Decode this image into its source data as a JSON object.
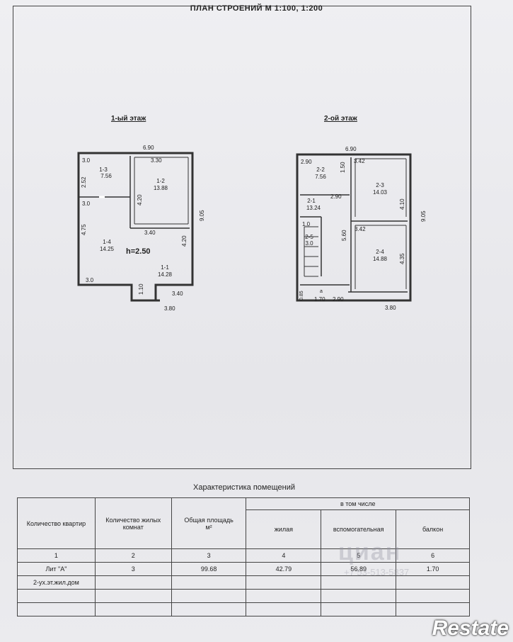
{
  "title": "ПЛАН СТРОЕНИЙ  М 1:100,  1:200",
  "floors": {
    "first": {
      "label": "1-ый этаж",
      "dims": {
        "top": "6.90",
        "top_right": "3.30",
        "left_a": "3.0",
        "left_side": "2.52",
        "left_b": "3.0",
        "left_c": "4.75",
        "inner_v": "4.20",
        "inner_h": "3.40",
        "right_inner": "4.20",
        "right_total": "9.05",
        "bottom_left": "3.0",
        "bottom_step": "1.10",
        "bottom_inner": "3.40",
        "bottom": "3.80",
        "height": "h=2.50"
      },
      "rooms": [
        {
          "id": "1-3",
          "area": "7.56"
        },
        {
          "id": "1-2",
          "area": "13.88"
        },
        {
          "id": "1-4",
          "area": "14.25"
        },
        {
          "id": "1-1",
          "area": "14.28"
        }
      ]
    },
    "second": {
      "label": "2-ой этаж",
      "dims": {
        "top": "6.90",
        "top_left": "2.90",
        "top_mid": "1.50",
        "top_right": "3.42",
        "mid_h": "2.90",
        "right_a": "4.10",
        "right_total": "9.05",
        "mid_right": "3.42",
        "stair_v": "5.60",
        "right_b": "4.35",
        "stair_w": "1.0",
        "left_bot": "0.85",
        "bottom_left": "1.70",
        "bottom_mid": "2.90",
        "bottom": "3.80"
      },
      "rooms": [
        {
          "id": "2-2",
          "area": "7.56"
        },
        {
          "id": "2-3",
          "area": "14.03"
        },
        {
          "id": "2-1",
          "area": "13.24"
        },
        {
          "id": "2-5",
          "area": "3.0"
        },
        {
          "id": "2-4",
          "area": "14.88"
        },
        {
          "id": "a",
          "area": ""
        }
      ]
    }
  },
  "table": {
    "title": "Характеристика помещений",
    "headers": {
      "apartments": "Количество квартир",
      "rooms": "Количество жилых комнат",
      "total_area": "Общая площадь",
      "unit": "м²",
      "including": "в том числе",
      "living": "жилая",
      "auxiliary": "вспомогательная",
      "balcony": "балкон"
    },
    "numbers": [
      "1",
      "2",
      "3",
      "4",
      "5",
      "6"
    ],
    "row": {
      "label": "Лит \"А\"",
      "rooms": "3",
      "total": "99.68",
      "living": "42.79",
      "auxiliary": "56.89",
      "balcony": "1.70"
    },
    "row2_label": "2-ух.эт.жил.дом"
  },
  "watermark": {
    "text": "циан",
    "phone": "+7 53-513-5837"
  },
  "brand": "Restate"
}
